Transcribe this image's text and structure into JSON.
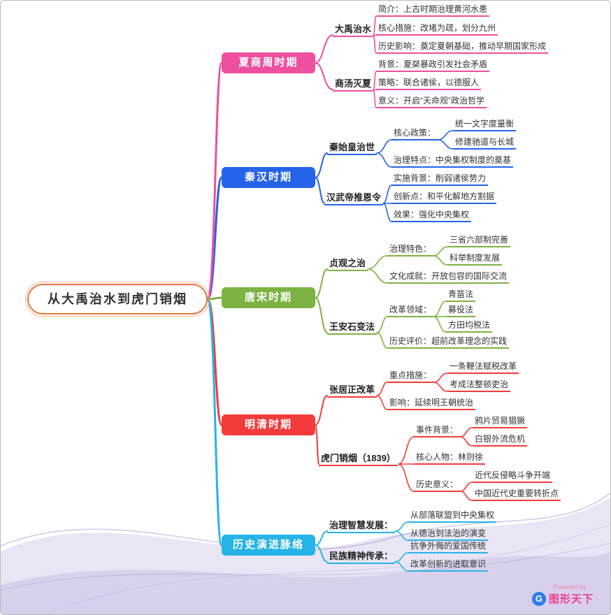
{
  "title": "从大禹治水到虎门销烟",
  "colors": {
    "branch_xia_shang_zhou": "#ee4f9e",
    "branch_qin_han": "#2563eb",
    "branch_tang_song": "#7cb342",
    "branch_ming_qing": "#f43b3b",
    "branch_evolution": "#26b3e8",
    "central_border": "#e8743c",
    "brand_pink": "#ee3f8f",
    "logo_blue": "#2e7de9"
  },
  "branches": [
    {
      "label": "夏商周时期",
      "color": "#ee4f9e",
      "children": [
        {
          "label": "大禹治水",
          "children": [
            {
              "label": "简介：上古时期治理黄河水患"
            },
            {
              "label": "核心措施：改堵为疏，划分九州"
            },
            {
              "label": "历史影响：奠定夏朝基础，推动早期国家形成"
            }
          ]
        },
        {
          "label": "商汤灭夏",
          "children": [
            {
              "label": "背景：夏桀暴政引发社会矛盾"
            },
            {
              "label": "策略：联合诸侯，以德服人"
            },
            {
              "label": "意义：开启“天命观”政治哲学"
            }
          ]
        }
      ]
    },
    {
      "label": "秦汉时期",
      "color": "#2563eb",
      "children": [
        {
          "label": "秦始皇治世",
          "children": [
            {
              "label": "核心政策：",
              "children": [
                {
                  "label": "统一文字度量衡"
                },
                {
                  "label": "修建驰道与长城"
                }
              ]
            },
            {
              "label": "治理特点：中央集权制度的奠基"
            }
          ]
        },
        {
          "label": "汉武帝推恩令",
          "children": [
            {
              "label": "实施背景：削弱诸侯势力"
            },
            {
              "label": "创新点：和平化解地方割据"
            },
            {
              "label": "效果：强化中央集权"
            }
          ]
        }
      ]
    },
    {
      "label": "唐宋时期",
      "color": "#7cb342",
      "children": [
        {
          "label": "贞观之治",
          "children": [
            {
              "label": "治理特色：",
              "children": [
                {
                  "label": "三省六部制完善"
                },
                {
                  "label": "科举制度发展"
                }
              ]
            },
            {
              "label": "文化成就：开放包容的国际交流"
            }
          ]
        },
        {
          "label": "王安石变法",
          "children": [
            {
              "label": "改革领域：",
              "children": [
                {
                  "label": "青苗法"
                },
                {
                  "label": "募役法"
                },
                {
                  "label": "方田均税法"
                }
              ]
            },
            {
              "label": "历史评价：超前改革理念的实践"
            }
          ]
        }
      ]
    },
    {
      "label": "明清时期",
      "color": "#f43b3b",
      "children": [
        {
          "label": "张居正改革",
          "children": [
            {
              "label": "重点措施：",
              "children": [
                {
                  "label": "一条鞭法赋税改革"
                },
                {
                  "label": "考成法整顿吏治"
                }
              ]
            },
            {
              "label": "影响：延续明王朝统治"
            }
          ]
        },
        {
          "label": "虎门销烟（1839）",
          "children": [
            {
              "label": "事件背景：",
              "children": [
                {
                  "label": "鸦片贸易猖獗"
                },
                {
                  "label": "白银外流危机"
                }
              ]
            },
            {
              "label": "核心人物：林则徐"
            },
            {
              "label": "历史意义：",
              "children": [
                {
                  "label": "近代反侵略斗争开端"
                },
                {
                  "label": "中国近代史重要转折点"
                }
              ]
            }
          ]
        }
      ]
    },
    {
      "label": "历史演进脉络",
      "color": "#26b3e8",
      "children": [
        {
          "label": "治理智慧发展：",
          "children": [
            {
              "label": "从部落联盟到中央集权"
            },
            {
              "label": "从德治到法治的演变"
            }
          ]
        },
        {
          "label": "民族精神传承：",
          "children": [
            {
              "label": "抗争外侮的爱国传统"
            },
            {
              "label": "改革创新的进取意识"
            }
          ]
        }
      ]
    }
  ],
  "watermark": {
    "powered_by": "Powered by",
    "brand": "图形天下",
    "logo_letter": "G"
  }
}
